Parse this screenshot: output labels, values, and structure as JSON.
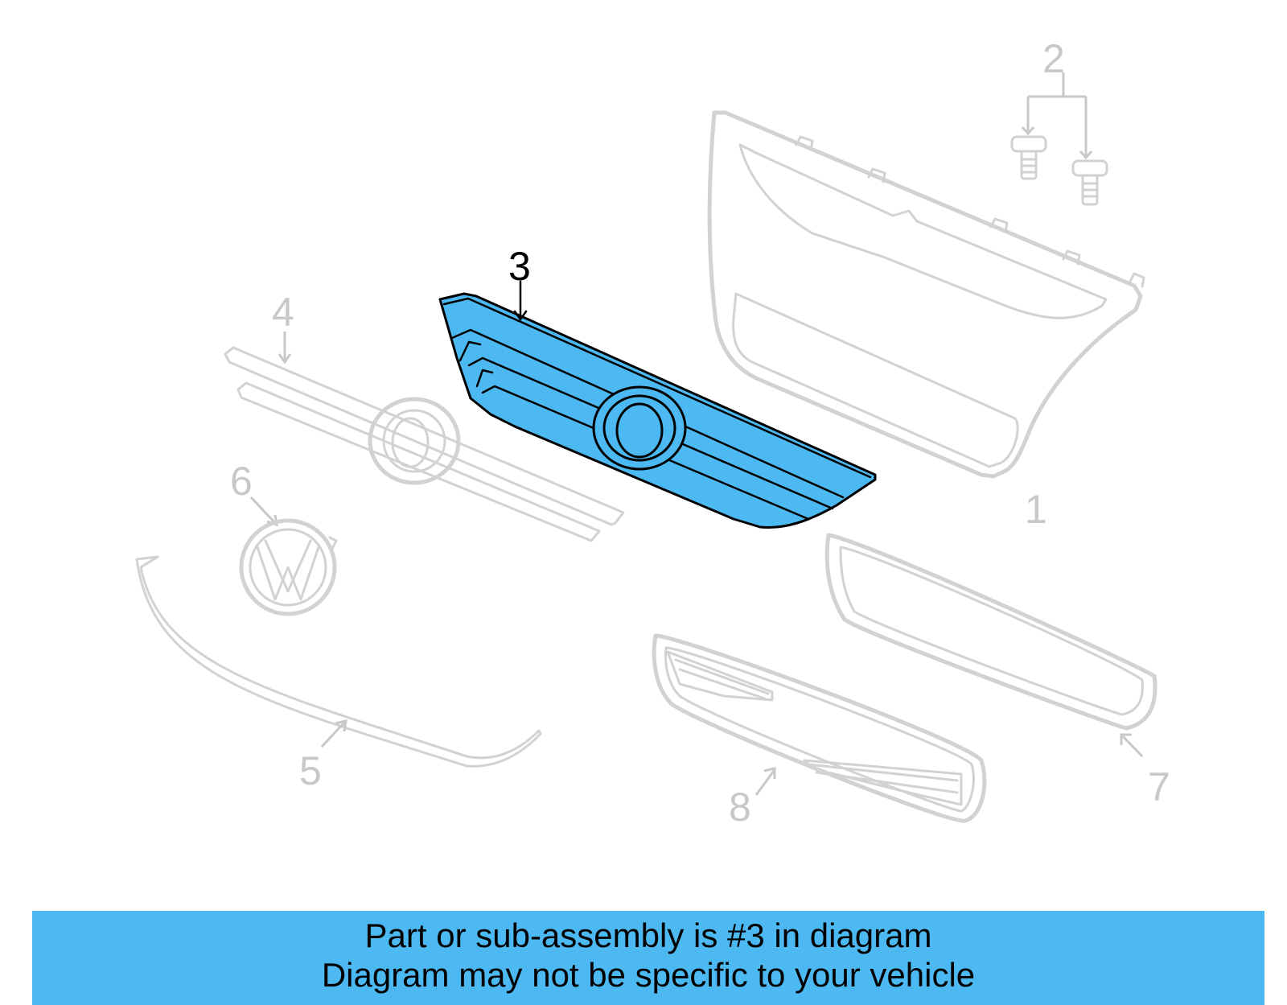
{
  "diagram": {
    "callouts": {
      "part_1": "1",
      "part_2": "2",
      "part_3": "3",
      "part_4": "4",
      "part_5": "5",
      "part_6": "6",
      "part_7": "7",
      "part_8": "8"
    },
    "highlighted_part": "3",
    "colors": {
      "highlight": "#4db9f2",
      "ghost": "#d2d2d2",
      "banner": "#4db9f2"
    }
  },
  "banner": {
    "line1": "Part or sub-assembly is #3 in diagram",
    "line2": "Diagram may not be specific to your vehicle"
  }
}
